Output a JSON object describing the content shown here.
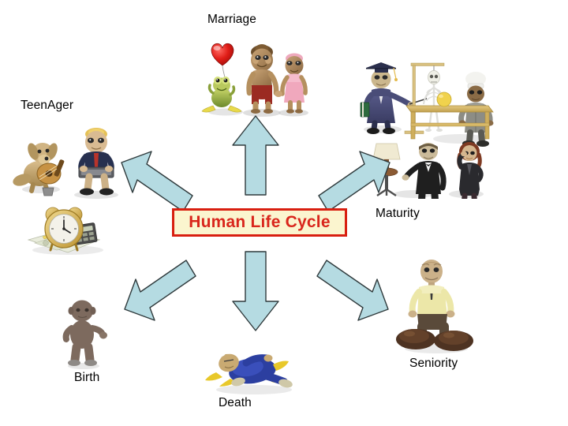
{
  "diagram": {
    "title": "Human Life Cycle",
    "center": {
      "label": "Human Life Cycle",
      "text_color": "#d9261c",
      "fill_color": "#fbf5cf",
      "border_color": "#d81f10"
    },
    "arrow_color": "#b5dbe2",
    "arrow_outline": "#2f3a3c",
    "background": "#ffffff",
    "stages": [
      {
        "id": "marriage",
        "label": "Marriage",
        "position": "top",
        "arrow_direction": "up",
        "artwork": "frog-with-heart-balloon-and-clay-couple-holding-hands"
      },
      {
        "id": "teenager",
        "label": "TeenAger",
        "position": "top-left",
        "arrow_direction": "up-left",
        "artwork": "dog-with-guitar-young-man-with-laptop-alarm-clock-on-money"
      },
      {
        "id": "maturity",
        "label": "Maturity",
        "position": "top-right",
        "arrow_direction": "up-right",
        "artwork": "graduate-with-skeleton-chef-at-table-butler-with-lamp-businesswoman"
      },
      {
        "id": "seniority",
        "label": "Seniority",
        "position": "bottom-right",
        "arrow_direction": "down-right",
        "artwork": "elderly-man-in-yellow-shirt-with-big-brown-shoes"
      },
      {
        "id": "death",
        "label": "Death",
        "position": "bottom",
        "arrow_direction": "down",
        "artwork": "figure-lying-collapsed-in-blue-and-yellow"
      },
      {
        "id": "birth",
        "label": "Birth",
        "position": "bottom-left",
        "arrow_direction": "down-left",
        "artwork": "clay-baby-standing"
      }
    ]
  }
}
